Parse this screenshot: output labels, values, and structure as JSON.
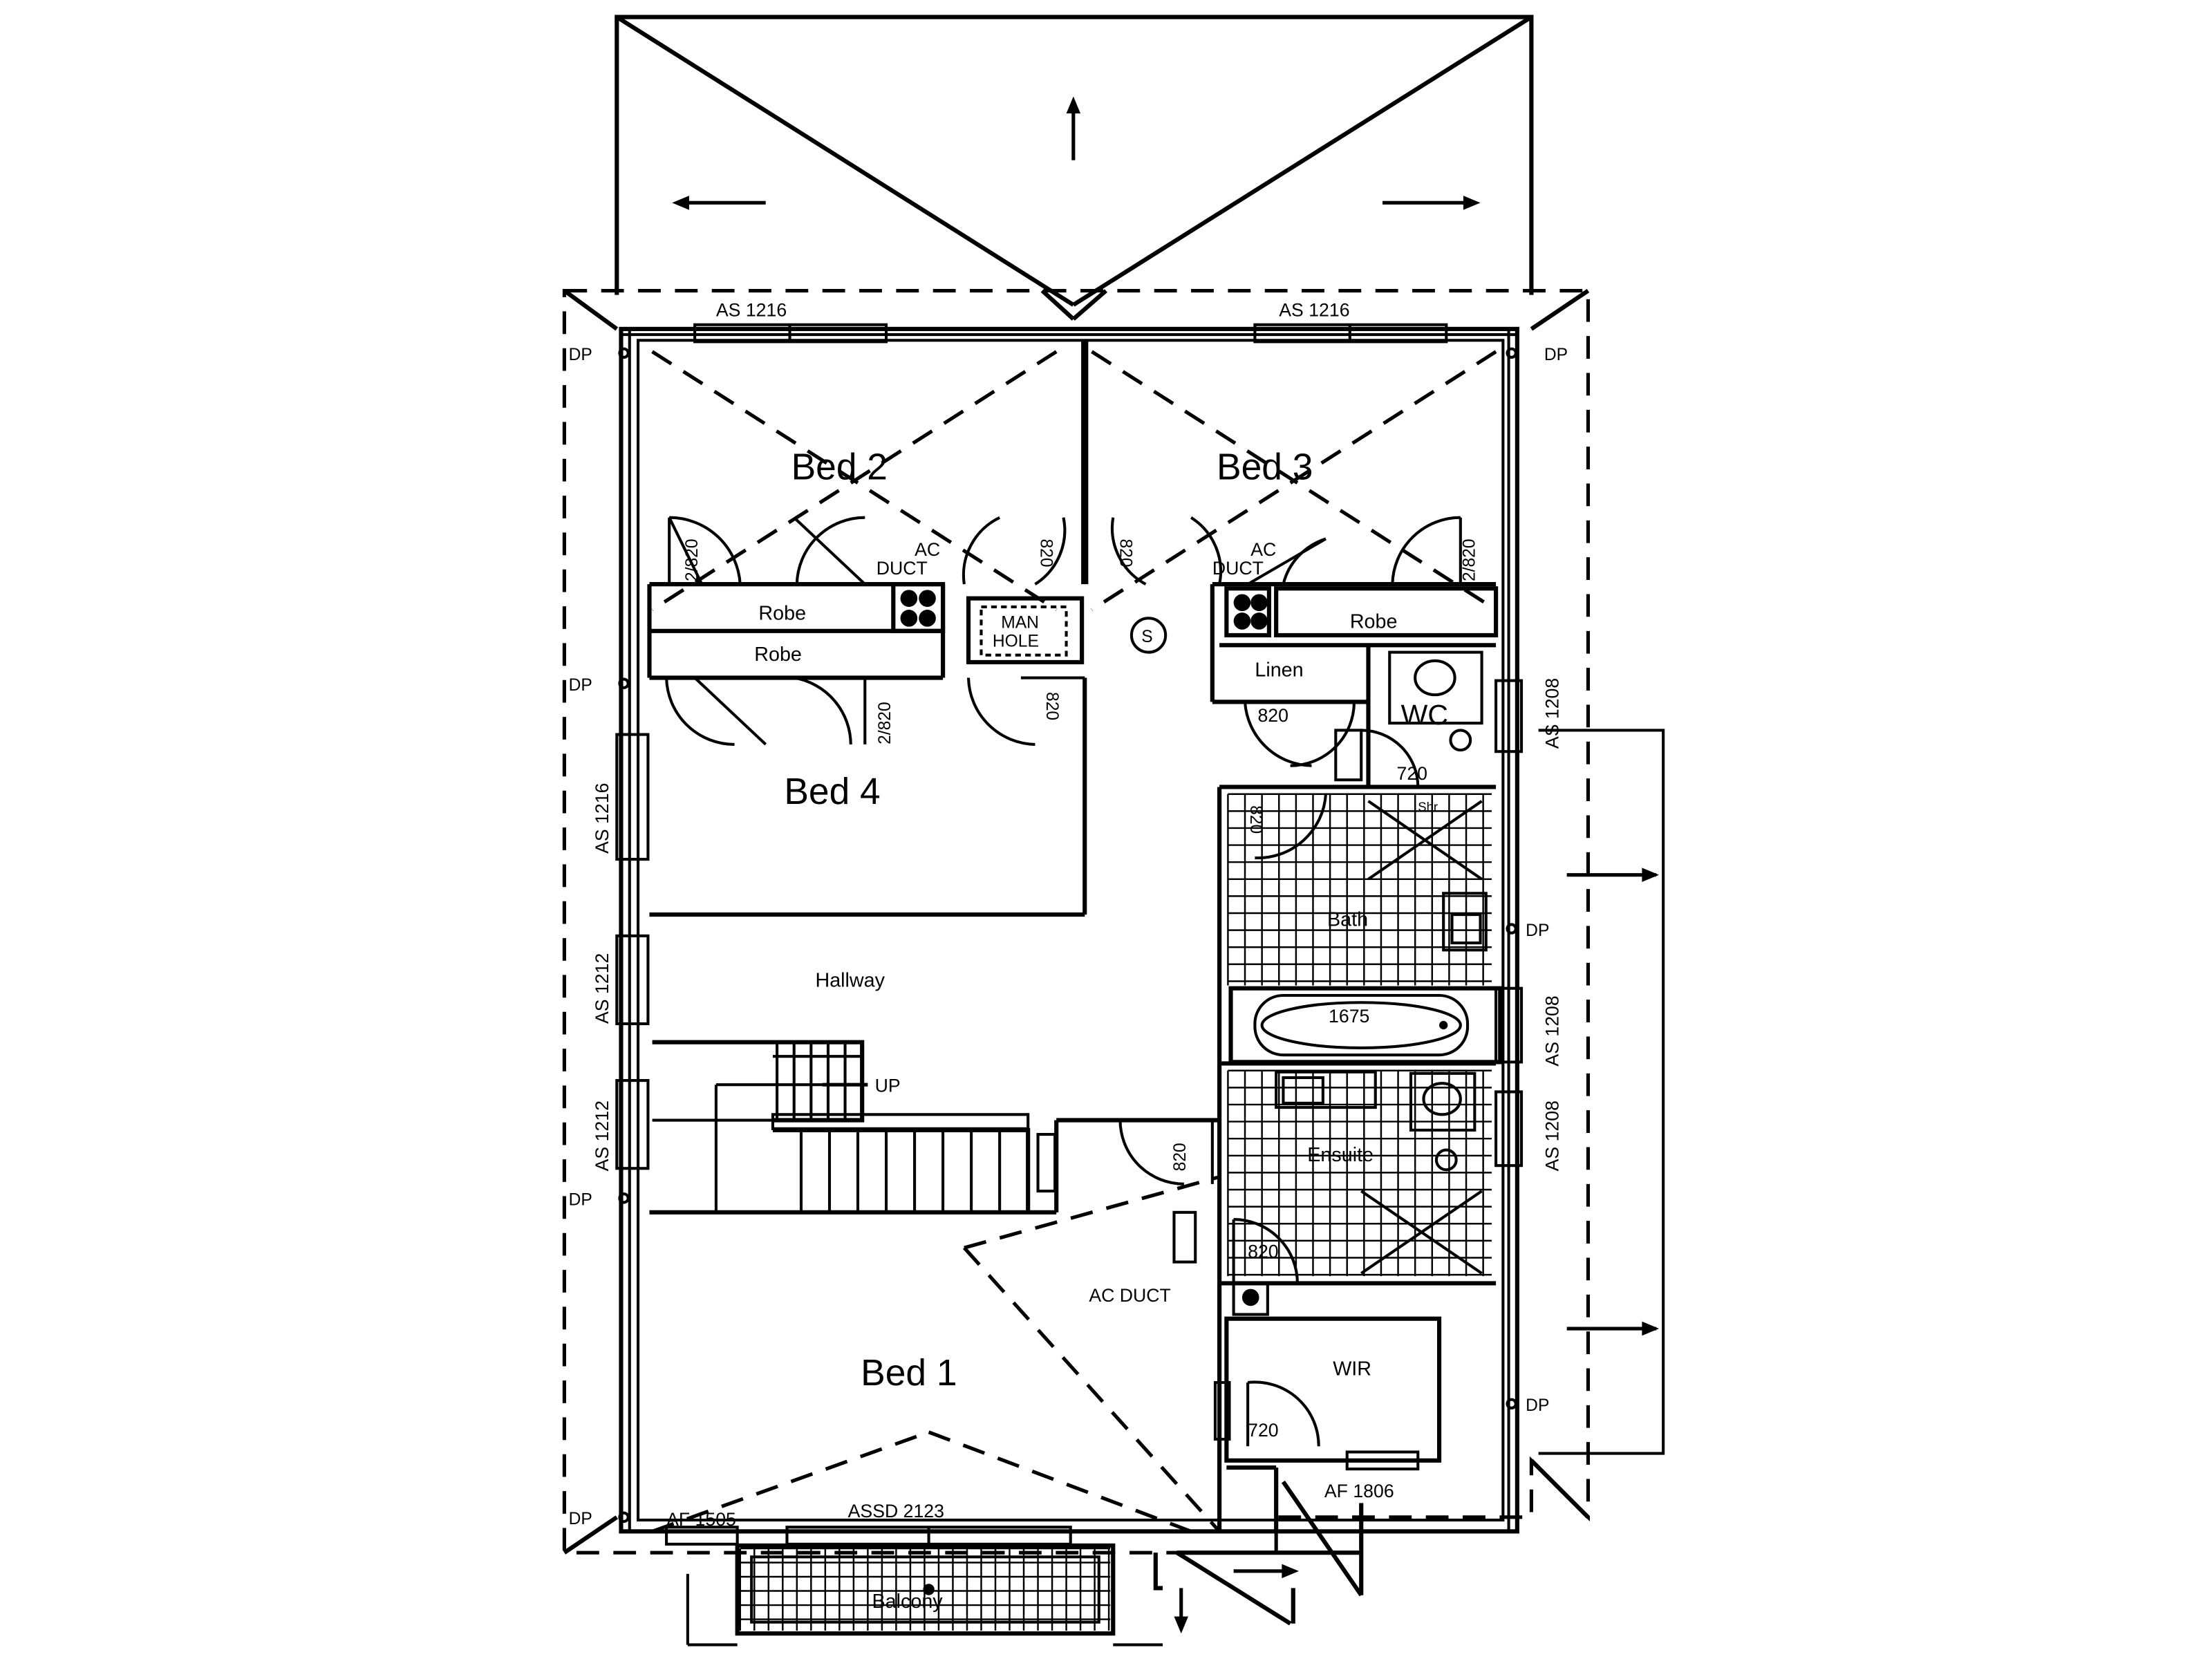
{
  "rooms": {
    "bed2": "Bed 2",
    "bed3": "Bed 3",
    "bed4": "Bed 4",
    "bed1": "Bed 1",
    "hallway": "Hallway",
    "bath": "Bath",
    "ensuite": "Ensuite",
    "wc": "WC",
    "wir": "WIR",
    "linen": "Linen",
    "balcony": "Balcony",
    "robe_a": "Robe",
    "robe_b": "Robe",
    "robe_c": "Robe",
    "manhole_1": "MAN",
    "manhole_2": "HOLE",
    "stair_up": "UP",
    "smoke": "S",
    "shr_recess": "Shr",
    "ac_duct_a1": "AC",
    "ac_duct_a2": "DUCT",
    "ac_duct_b1": "AC",
    "ac_duct_b2": "DUCT",
    "ac_duct_c": "AC  DUCT"
  },
  "windows": {
    "top_left": "AS  1216",
    "top_right": "AS  1216",
    "left_1": "AS  1216",
    "left_2": "AS  1212",
    "left_3": "AS  1212",
    "right_1": "AS  1208",
    "right_2": "AS  1208",
    "right_3": "AS  1208",
    "bottom_left": "AF  1505",
    "bottom_mid": "ASSD  2123",
    "bottom_right": "AF  1806",
    "bath_width": "1675"
  },
  "doors": {
    "d1": "2/820",
    "d2": "820",
    "d3": "820",
    "d4": "2/820",
    "d5": "2/820",
    "d6": "820",
    "d7": "820",
    "d8": "720",
    "d9": "820",
    "d10": "820",
    "d11": "820",
    "d12": "720"
  },
  "downpipes": {
    "dp1": "DP",
    "dp2": "DP",
    "dp3": "DP",
    "dp4": "DP",
    "dp5": "DP",
    "dp6": "DP",
    "dp7": "DP"
  }
}
